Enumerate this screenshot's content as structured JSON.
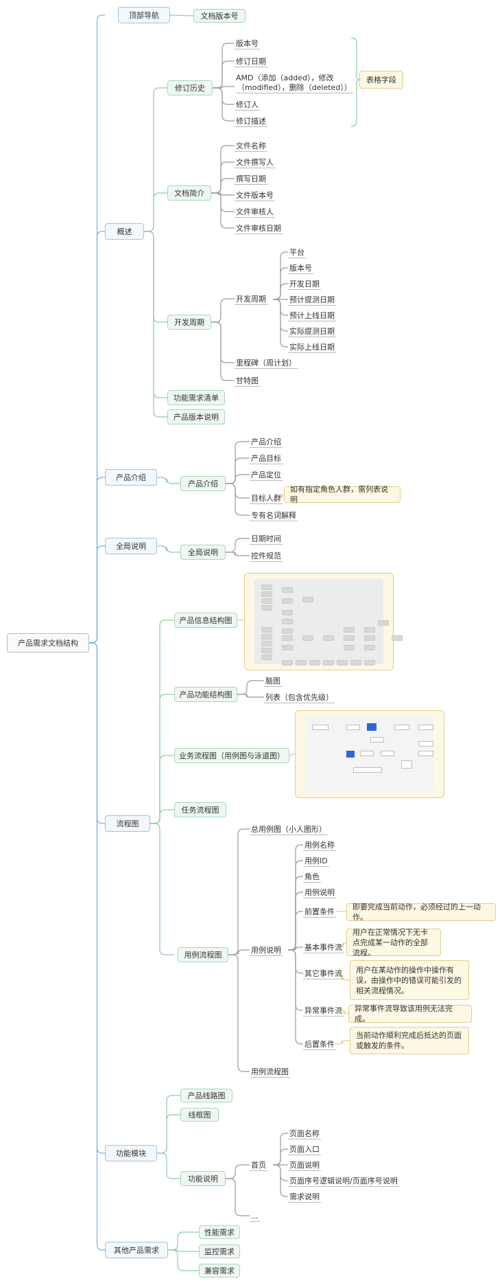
{
  "root": "产品需求文档结构",
  "top_nav": {
    "label": "顶部导航",
    "child": "文档版本号"
  },
  "overview": {
    "label": "概述",
    "revision": {
      "label": "修订历史",
      "items": [
        "版本号",
        "修订日期",
        "AMD（添加（added），修改",
        "（modified），删除（deleted））",
        "修订人",
        "修订描述"
      ],
      "note": "表格字段"
    },
    "doc_intro": {
      "label": "文档简介",
      "items": [
        "文件名称",
        "文件撰写人",
        "撰写日期",
        "文件版本号",
        "文件审核人",
        "文件审核日期"
      ]
    },
    "dev_cycle": {
      "label": "开发周期",
      "sub": "开发周期",
      "items": [
        "平台",
        "版本号",
        "开发日期",
        "预计提测日期",
        "预计上线日期",
        "实际提测日期",
        "实际上线日期"
      ],
      "others": [
        "里程碑（周计划）",
        "甘特图"
      ]
    },
    "func_list": "功能需求清单",
    "version_note": "产品版本说明"
  },
  "product_intro": {
    "label": "产品介绍",
    "child": "产品介绍",
    "items": [
      "产品介绍",
      "产品目标",
      "产品定位",
      "目标人群",
      "专有名词解释"
    ],
    "note": "如有指定角色人群，需列表说明"
  },
  "global": {
    "label": "全局说明",
    "child": "全局说明",
    "items": [
      "日期时间",
      "控件规范"
    ]
  },
  "flow": {
    "label": "流程图",
    "info_arch": "产品信息结构图",
    "func_arch": {
      "label": "产品功能结构图",
      "items": [
        "脑图",
        "列表（包含优先级）"
      ]
    },
    "biz_flow": "业务流程图（用例图与泳道图）",
    "task_flow": "任务流程图",
    "usecase": {
      "label": "用例流程图",
      "overall": "总用例图（小人图形）",
      "desc": "用例说明",
      "items": [
        "用例名称",
        "用例ID",
        "角色",
        "用例说明",
        "前置条件",
        "基本事件流",
        "其它事件流",
        "异常事件流",
        "后置条件"
      ],
      "notes": {
        "pre": "即要完成当前动作，必须经过的上一动作。",
        "basic": "用户在正常情况下无卡点完成某一动作的全部流程。",
        "other": "用户在某动作的操作中操作有误，由操作中的错误可能引发的相关流程情况。",
        "exception": "异常事件流导致该用例无法完成。",
        "post": "当前动作顺利完成后抵达的页面或触发的条件。"
      },
      "last": "用例流程图"
    }
  },
  "modules": {
    "label": "功能模块",
    "route": "产品线路图",
    "wireframe": "线框图",
    "func_desc": {
      "label": "功能说明",
      "home": "首页",
      "items": [
        "页面名称",
        "页面入口",
        "页面说明",
        "页面序号逻辑说明/页面序号说明",
        "需求说明"
      ],
      "more": "..."
    }
  },
  "other_req": {
    "label": "其他产品需求",
    "items": [
      "性能需求",
      "监控需求",
      "兼容需求"
    ]
  },
  "colors": {
    "blue_line": "#7fb0db",
    "green_line": "#8fcca2",
    "grey_line": "#9a9a9a",
    "note_border": "#e2cf86"
  }
}
